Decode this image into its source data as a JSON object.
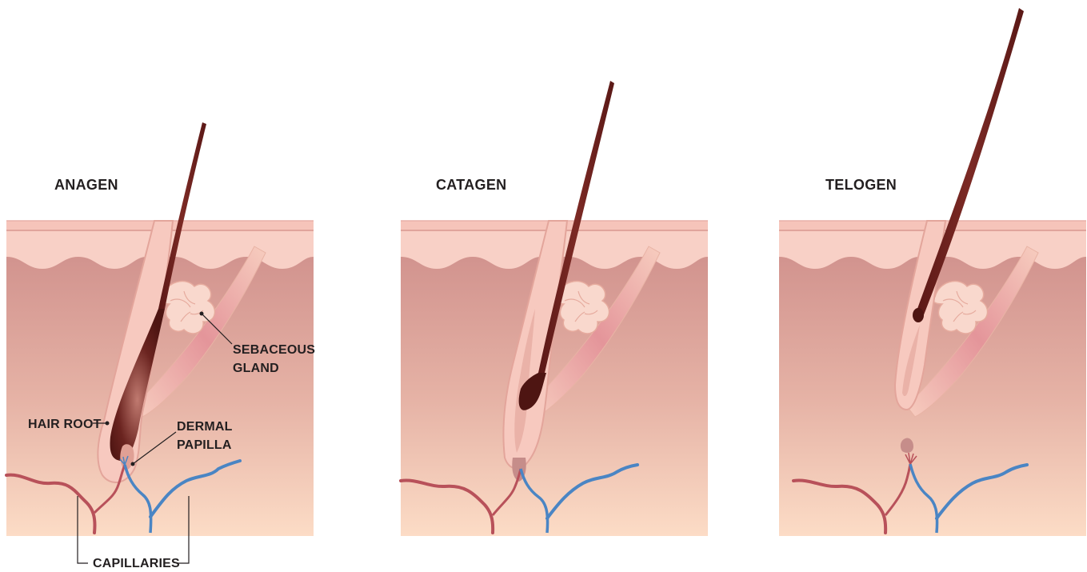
{
  "stages": [
    {
      "title": "ANAGEN"
    },
    {
      "title": "CATAGEN"
    },
    {
      "title": "TELOGEN"
    }
  ],
  "labels": {
    "sebaceous_gland_line1": "SEBACEOUS",
    "sebaceous_gland_line2": "GLAND",
    "hair_root": "HAIR ROOT",
    "dermal_papilla_line1": "DERMAL",
    "dermal_papilla_line2": "PAPILLA",
    "capillaries": "CAPILLARIES"
  },
  "colors": {
    "skin_surface": "#f7cfc5",
    "dermis_top": "#d29c97",
    "dermis_bottom": "#fbdcc6",
    "hair": "#6b1f1c",
    "follicle": "#f6c6bd",
    "artery": "#b8515a",
    "vein": "#4a85c4",
    "text": "#231f20"
  }
}
